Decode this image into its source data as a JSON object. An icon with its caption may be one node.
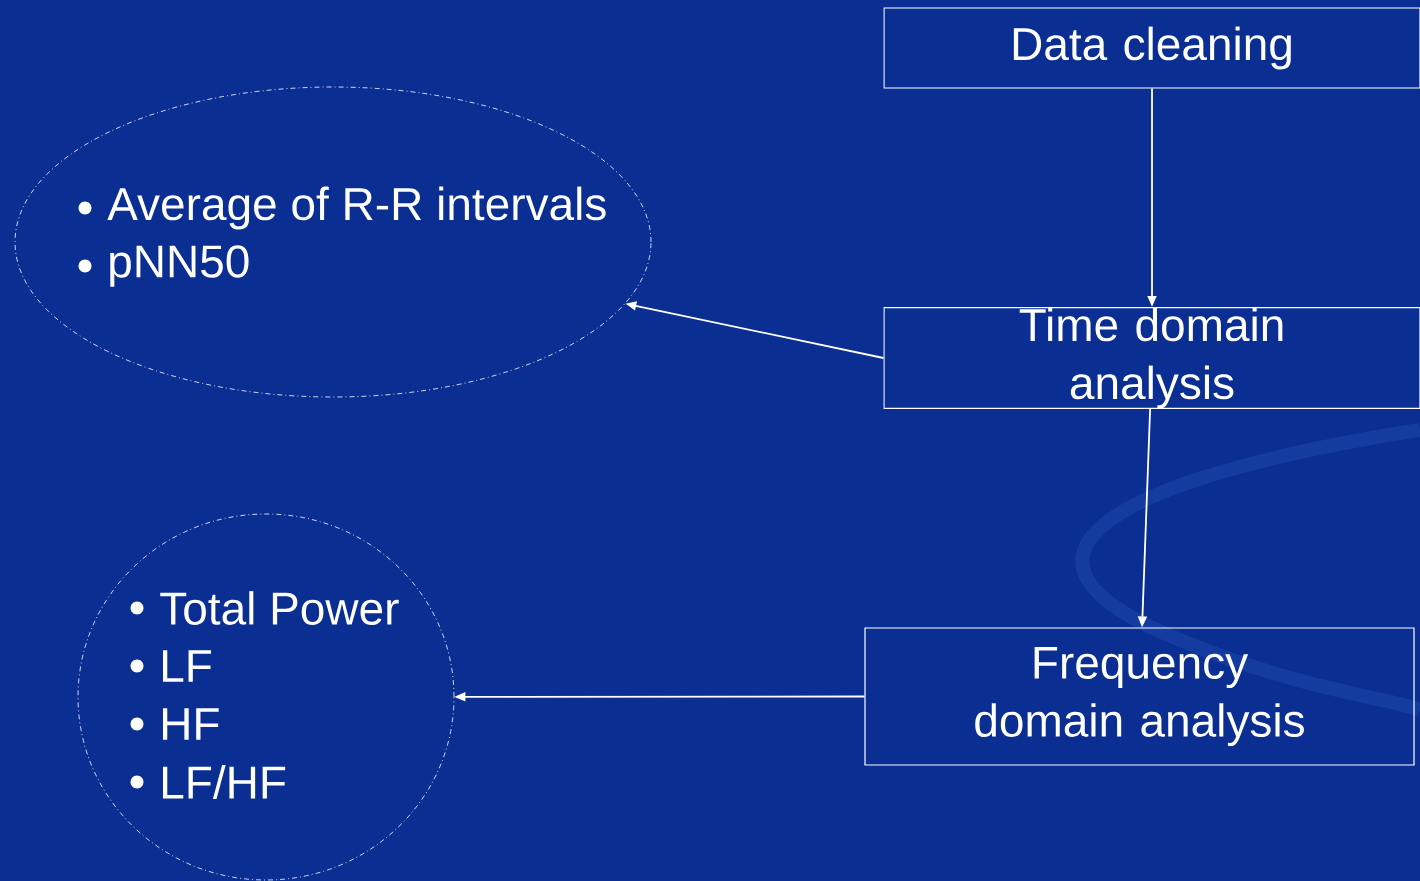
{
  "diagram": {
    "nodes": [
      {
        "text": [
          "Data cleaning"
        ]
      },
      {
        "text": [
          "Time domain analysis"
        ]
      },
      {
        "text": [
          "Frequency domain analysis"
        ]
      },
      {
        "text": [
          "Average of R-R intervals",
          "pNN50"
        ]
      },
      {
        "text": [
          "Total Power",
          "LF",
          "HF",
          "LF/HF"
        ]
      }
    ],
    "edges": [
      {
        "from": 0,
        "to": 1,
        "arrow": "to"
      },
      {
        "from": 1,
        "to": 3,
        "arrow": "to"
      },
      {
        "from": 1,
        "to": 2,
        "arrow": "to"
      },
      {
        "from": 2,
        "to": 4,
        "arrow": "to"
      }
    ]
  }
}
